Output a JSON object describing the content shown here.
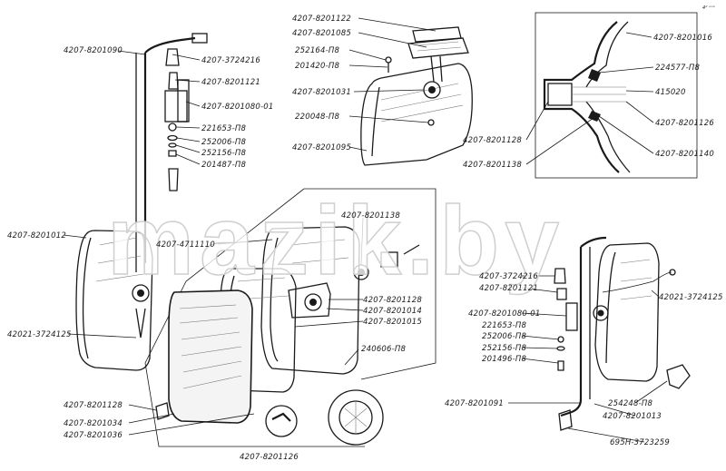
{
  "diagram": {
    "corner_mark": "4ᵈ ᵒᵒᵒ",
    "watermark": "mazik.by",
    "labels": {
      "bracket_top": "4207-8201090",
      "sleeve_top": "4207-3724216",
      "bushing_top": "4207-8201121",
      "clamp_top": "4207-8201080-01",
      "screw_221653": "221653-П8",
      "washer_252006": "252006-П8",
      "washer_252156": "252156-П8",
      "nut_201487": "201487-П8",
      "mirror_left": "4207-8201012",
      "cable_left": "42021-3724125",
      "holder_8201122": "4207-8201122",
      "holder_8201085": "4207-8201085",
      "washer_252164": "252164-П8",
      "bolt_201420": "201420-П8",
      "hinge_8201031": "4207-8201031",
      "screw_220048": "220048-П8",
      "housing_8201095": "4207-8201095",
      "housing_8201016": "4207-8201016",
      "spring_224577": "224577-П8",
      "clip_415020": "415020",
      "ball_8201126": "4207-8201126",
      "cup_8201128": "4207-8201128",
      "ring_8201138": "4207-8201138",
      "heater_8201140": "4207-8201140",
      "wire_4711110": "4207-4711110",
      "ring_8201138_b": "4207-8201138",
      "cup_8201128_b": "4207-8201128",
      "body_8201014": "4207-8201014",
      "frame_8201015": "4207-8201015",
      "screw_240606": "240606-П8",
      "clip_8201128": "4207-8201128",
      "glass_8201034": "4207-8201034",
      "seal_8201036": "4207-8201036",
      "heater_8201126": "4207-8201126",
      "sleeve_right": "4207-3724216",
      "bushing_right": "4207-8201121",
      "clamp_right": "4207-8201080-01",
      "screw_221653_r": "221653-П8",
      "washer_252006_r": "252006-П8",
      "washer_252156_r": "252156-П8",
      "nut_201496": "201496-П8",
      "cable_right": "42021-3724125",
      "bracket_right": "4207-8201091",
      "cap_254248": "254248-П8",
      "stop_8201013": "4207-8201013",
      "connector_695": "695Н-3723259"
    }
  }
}
